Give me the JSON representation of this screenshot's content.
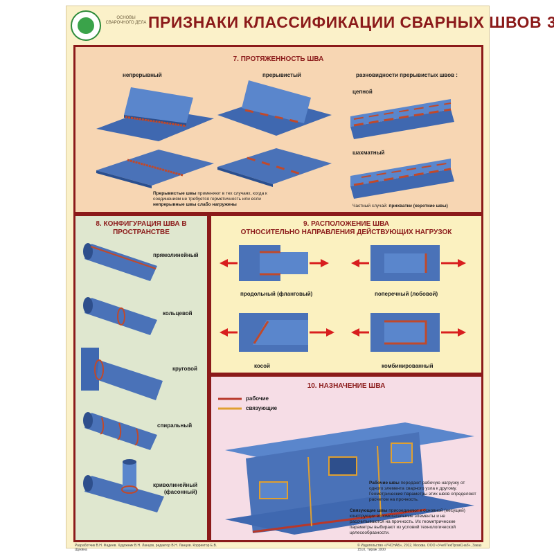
{
  "header": {
    "logo_text": "ОСНОВЫ СВАРОЧНОГО ДЕЛА",
    "title": "ПРИЗНАКИ КЛАССИФИКАЦИИ СВАРНЫХ ШВОВ",
    "number": "3"
  },
  "section7": {
    "title": "7. ПРОТЯЖЕННОСТЬ ШВА",
    "continuous": "непрерывный",
    "intermittent": "прерывистый",
    "varieties": "разновидности прерывистых швов :",
    "chain": "цепной",
    "staggered": "шахматный",
    "note_bold1": "Прерывистые швы",
    "note_text1": " применяют в тех случаях, когда к соединениям не требуется герметичность или если ",
    "note_bold2": "непрерывные швы слабо нагружены",
    "special_prefix": "Частный случай: ",
    "special_bold": "прихватки (короткие швы)"
  },
  "section8": {
    "title": "8. КОНФИГУРАЦИЯ ШВА В ПРОСТРАНСТВЕ",
    "straight": "прямолинейный",
    "ring": "кольцевой",
    "circular": "круговой",
    "spiral": "спиральный",
    "curved_1": "криволинейный",
    "curved_2": "(фасонный)"
  },
  "section9": {
    "title_1": "9. РАСПОЛОЖЕНИЕ ШВА",
    "title_2": "ОТНОСИТЕЛЬНО НАПРАВЛЕНИЯ ДЕЙСТВУЮЩИХ НАГРУЗОК",
    "longitudinal": "продольный (фланговый)",
    "transverse": "поперечный (лобовой)",
    "oblique": "косой",
    "combined": "комбинированный"
  },
  "section10": {
    "title": "10. НАЗНАЧЕНИЕ ШВА",
    "legend_working": "рабочие",
    "legend_connecting": "связующие",
    "note1_bold": "Рабочие швы",
    "note1_text": " передают рабочую нагрузку от одного элемента сварного узла к другому. Геометрические параметры этих швов определяют расчетом на прочность.",
    "note2_bold": "Связующие швы",
    "note2_text": " присоединяют к основной (несущей) конструкции вспомогательные элементы и не рассчитываются на прочность. Их геометрические параметры выбирают из условий технологической целесообразности."
  },
  "footer": {
    "left": "Разработчик В.Н. Фадеев. Художник В.Н. Ланцов, редактор В.Н. Ланцов. Корректор Е.В. Щукина",
    "right": "© Издательство «УЧСНАБ», 2012, Москва. ООО «УчебТехПромСнаб», Заказ 1510, Тираж 1000"
  },
  "colors": {
    "frame": "#8b1a1a",
    "steel": "#4a72b8",
    "weld": "#c0492b",
    "arrow": "#d81e1e"
  }
}
